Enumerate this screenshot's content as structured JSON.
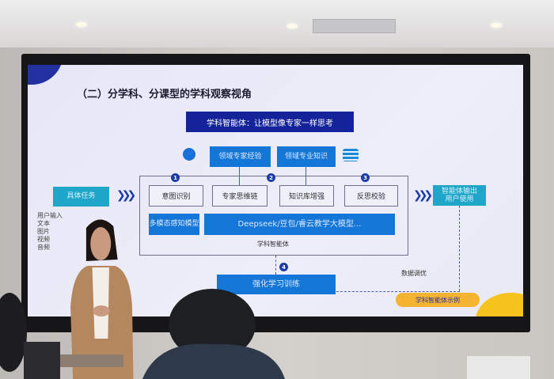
{
  "slide": {
    "title": "（二）分学科、分课型的学科观察视角",
    "headline": "学科智能体：让模型像专家一样思考",
    "expert_experience": "领域专家经验",
    "domain_knowledge": "领域专业知识",
    "steps": [
      "1",
      "2",
      "3",
      "4"
    ],
    "flow": [
      "意图识别",
      "专家思维链",
      "知识库增强",
      "反思校验"
    ],
    "multimodal": "多模态感知模型",
    "models": "Deepseek/豆包/睿云教学大模型...",
    "agent_label": "学科智能体",
    "task": "具体任务",
    "inputs": [
      "用户输入",
      "文本",
      "图片",
      "视频",
      "音频"
    ],
    "output": "智能体输出用户使用",
    "training": "强化学习训练",
    "tuning": "数据调优",
    "example": "学科智能体示例"
  },
  "icons": [
    "brain-icon",
    "books-icon",
    "chevrons-right-icon"
  ],
  "colors": {
    "navy": "#14239a",
    "blue": "#1477d8",
    "teal": "#1fa6c8",
    "yellow": "#f6c21e"
  }
}
